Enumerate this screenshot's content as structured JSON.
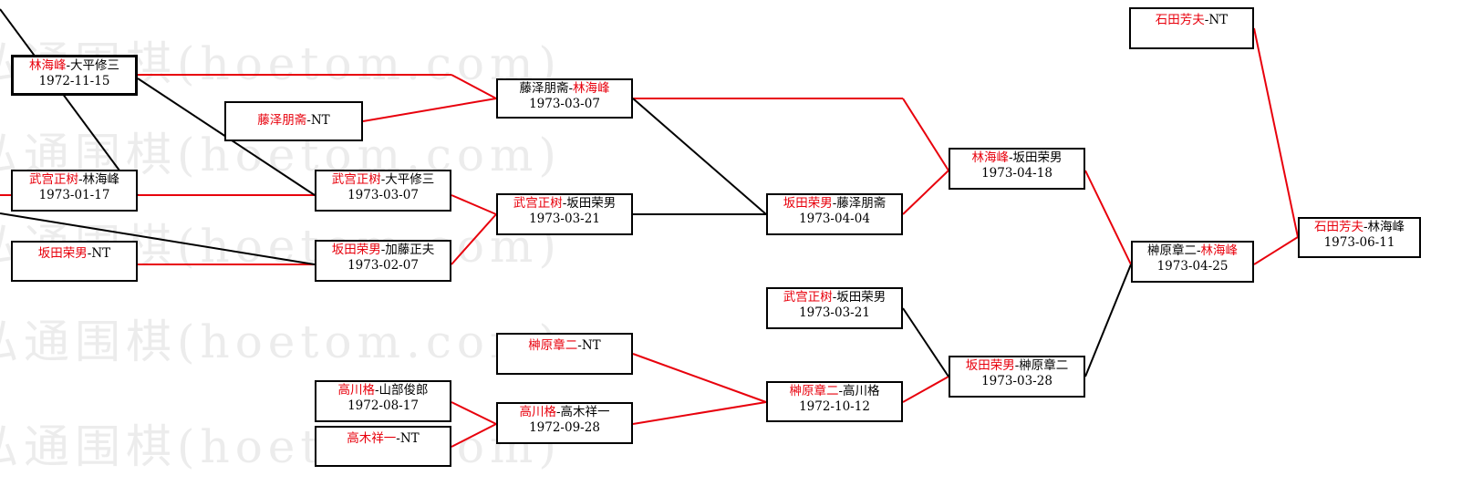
{
  "watermark": "弘通围棋(hoetom.com)",
  "colors": {
    "winner": "#e8000c",
    "loser": "#000000"
  },
  "nodes": [
    {
      "id": "n1",
      "p1": "林海峰",
      "p2": "大平修三",
      "winner": 1,
      "date": "1972-11-15"
    },
    {
      "id": "n2",
      "p1": "藤泽朋斋",
      "p2": "NT",
      "winner": 1,
      "date": ""
    },
    {
      "id": "n3",
      "p1": "武宫正树",
      "p2": "林海峰",
      "winner": 1,
      "date": "1973-01-17"
    },
    {
      "id": "n4",
      "p1": "坂田荣男",
      "p2": "NT",
      "winner": 1,
      "date": ""
    },
    {
      "id": "n5",
      "p1": "武宫正树",
      "p2": "大平修三",
      "winner": 1,
      "date": "1973-03-07"
    },
    {
      "id": "n6",
      "p1": "坂田荣男",
      "p2": "加藤正夫",
      "winner": 1,
      "date": "1973-02-07"
    },
    {
      "id": "n7",
      "p1": "藤泽朋斋",
      "p2": "林海峰",
      "winner": 2,
      "date": "1973-03-07"
    },
    {
      "id": "n8",
      "p1": "武宫正树",
      "p2": "坂田荣男",
      "winner": 1,
      "date": "1973-03-21"
    },
    {
      "id": "n9",
      "p1": "榊原章二",
      "p2": "NT",
      "winner": 1,
      "date": ""
    },
    {
      "id": "n10",
      "p1": "高川格",
      "p2": "山部俊郎",
      "winner": 1,
      "date": "1972-08-17"
    },
    {
      "id": "n11",
      "p1": "高木祥一",
      "p2": "NT",
      "winner": 1,
      "date": ""
    },
    {
      "id": "n12",
      "p1": "高川格",
      "p2": "高木祥一",
      "winner": 1,
      "date": "1972-09-28"
    },
    {
      "id": "n13",
      "p1": "坂田荣男",
      "p2": "藤泽朋斋",
      "winner": 1,
      "date": "1973-04-04"
    },
    {
      "id": "n14",
      "p1": "武宫正树",
      "p2": "坂田荣男",
      "winner": 1,
      "date": "1973-03-21"
    },
    {
      "id": "n15",
      "p1": "榊原章二",
      "p2": "高川格",
      "winner": 1,
      "date": "1972-10-12"
    },
    {
      "id": "n16",
      "p1": "林海峰",
      "p2": "坂田荣男",
      "winner": 1,
      "date": "1973-04-18"
    },
    {
      "id": "n17",
      "p1": "坂田荣男",
      "p2": "榊原章二",
      "winner": 1,
      "date": "1973-03-28"
    },
    {
      "id": "n18",
      "p1": "榊原章二",
      "p2": "林海峰",
      "winner": 2,
      "date": "1973-04-25"
    },
    {
      "id": "n19",
      "p1": "石田芳夫",
      "p2": "NT",
      "winner": 1,
      "date": ""
    },
    {
      "id": "n20",
      "p1": "石田芳夫",
      "p2": "林海峰",
      "winner": 1,
      "date": "1973-06-11"
    }
  ]
}
